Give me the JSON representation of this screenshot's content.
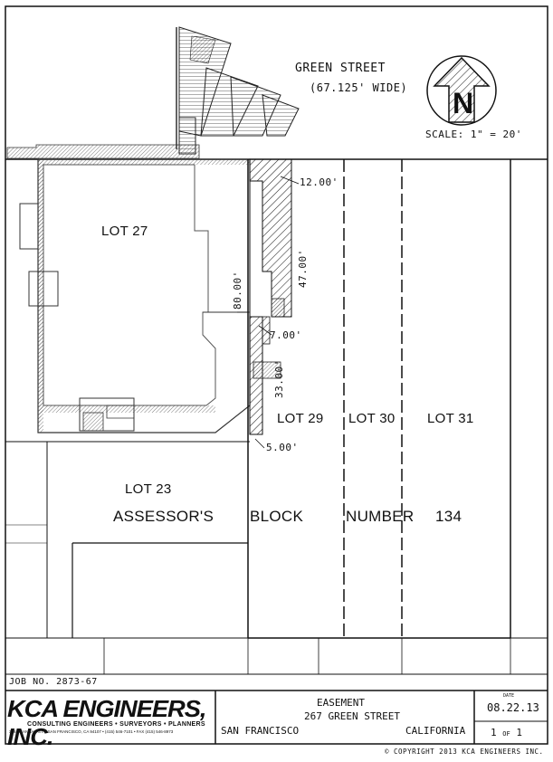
{
  "street": {
    "name": "GREEN  STREET",
    "width": "(67.125'  WIDE)"
  },
  "scale": "SCALE:  1\"  =  20'",
  "north_arrow": {
    "letter": "N",
    "icon": "north-arrow-icon"
  },
  "lots": {
    "lot27": "LOT  27",
    "lot23": "LOT  23",
    "lot29": "LOT  29",
    "lot30": "LOT  30",
    "lot31": "LOT  31"
  },
  "block_label": {
    "w1": "ASSESSOR'S",
    "w2": "BLOCK",
    "w3": "NUMBER",
    "w4": "134"
  },
  "dimensions": {
    "d12": "12.00'",
    "d47": "47.00'",
    "d80": "80.00'",
    "d7": "7.00'",
    "d33": "33.00'",
    "d5": "5.00'"
  },
  "job_no": "JOB NO.  2873-67",
  "title_block": {
    "company": "KCA ENGINEERS, INC.",
    "services": "CONSULTING ENGINEERS  •  SURVEYORS  •  PLANNERS",
    "address": "318 BRANNAN ST. • SAN FRANCISCO, CA 94107 • (415) 546-7101 • FAX (415) 546-8973",
    "title": "EASEMENT",
    "address_line": "267 GREEN STREET",
    "city": "SAN FRANCISCO",
    "state": "CALIFORNIA",
    "date_label": "DATE",
    "date": "08.22.13",
    "sheet": "1",
    "sheet_of": "OF",
    "sheet_total": "1"
  },
  "copyright": "©  COPYRIGHT 2013 KCA ENGINEERS INC."
}
